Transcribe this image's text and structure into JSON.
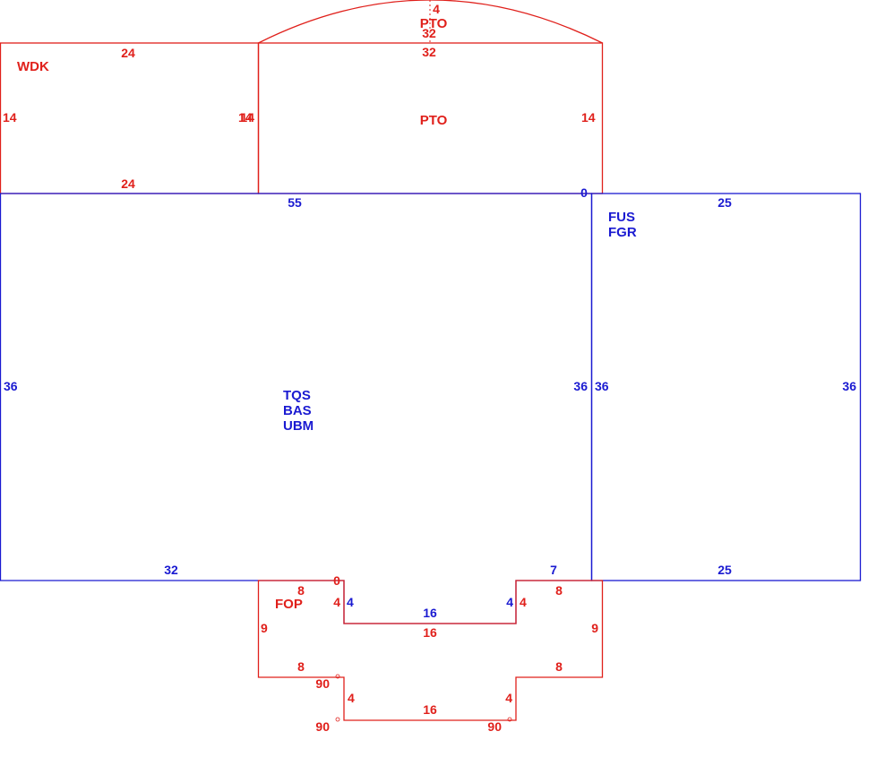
{
  "colors": {
    "red": "#e0201b",
    "blue": "#1a1ad1"
  },
  "areas": {
    "wdk": {
      "name": "WDK",
      "top": "24",
      "bottom": "24",
      "left": "14",
      "right": "14"
    },
    "pto": {
      "name": "PTO",
      "top": "32",
      "left": "14",
      "right": "14",
      "zero": "0"
    },
    "pto_arc": {
      "name": "PTO",
      "chord": "32",
      "rise": "4"
    },
    "main": {
      "codes": [
        "TQS",
        "BAS",
        "UBM"
      ],
      "top": "55",
      "left": "36",
      "right": "36",
      "bottom": "32",
      "corner_br": "7",
      "corner_bm": "0",
      "notch_left": "4",
      "notch_right": "4",
      "notch_bottom": "16"
    },
    "right": {
      "codes": [
        "FUS",
        "FGR"
      ],
      "top": "25",
      "left": "36",
      "right": "36",
      "bottom": "25"
    },
    "fop": {
      "name": "FOP",
      "top_left": "8",
      "top_right": "8",
      "notch_left": "4",
      "notch_right": "4",
      "notch_bottom": "16",
      "side_left": "9",
      "side_right": "9",
      "step_left": "8",
      "step_right": "8",
      "lower_left": "4",
      "lower_right": "4",
      "bottom": "16",
      "angle_1": "90",
      "angle_2": "90",
      "angle_3": "90"
    }
  }
}
